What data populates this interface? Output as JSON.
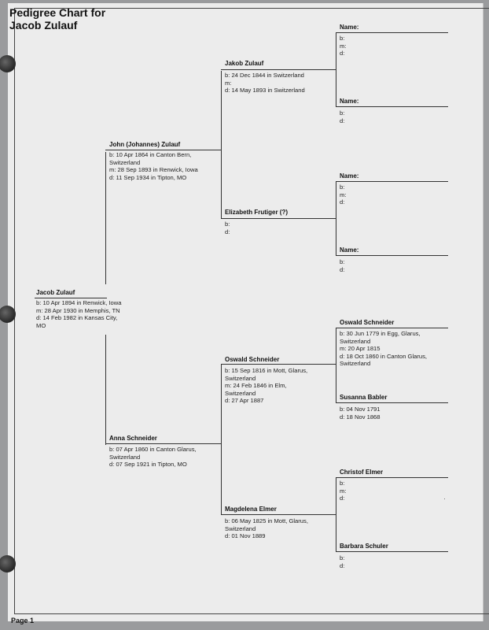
{
  "title_line1": "Pedigree Chart for",
  "title_line2": "Jacob Zulauf",
  "footer": "Page 1",
  "people": {
    "p1": {
      "name": "Jacob Zulauf",
      "lines": [
        "b: 10 Apr 1894 in Renwick, Iowa",
        "m: 28 Apr 1930 in Memphis, TN",
        "d: 14 Feb 1982 in Kansas City,",
        "MO"
      ]
    },
    "p2": {
      "name": "John (Johannes) Zulauf",
      "lines": [
        "b: 10 Apr 1864 in Canton Bern,",
        "Switzerland",
        "m: 28 Sep 1893 in Renwick, Iowa",
        "d: 11 Sep 1934 in Tipton, MO"
      ]
    },
    "p3": {
      "name": "Anna Schneider",
      "lines": [
        "b: 07 Apr 1860 in Canton Glarus,",
        "Switzerland",
        "d: 07 Sep 1921 in Tipton, MO"
      ]
    },
    "p4": {
      "name": "Jakob Zulauf",
      "lines": [
        "b: 24 Dec 1844 in Switzerland",
        "m:",
        "d: 14 May 1893 in Switzerland"
      ]
    },
    "p5": {
      "name": "Elizabeth Frutiger (?)",
      "lines": [
        "b:",
        "d:"
      ]
    },
    "p6": {
      "name": "Oswald Schneider",
      "lines": [
        "b: 15 Sep 1816 in Mott, Glarus,",
        "Switzerland",
        "m: 24 Feb 1846 in Elm,",
        "Switzerland",
        "d: 27 Apr 1887"
      ]
    },
    "p7": {
      "name": "Magdelena Elmer",
      "lines": [
        "b: 06 May 1825 in Mott, Glarus,",
        "Switzerland",
        "d: 01 Nov 1889"
      ]
    },
    "p8": {
      "name": "Name:",
      "lines": [
        "b:",
        "m:",
        "d:"
      ]
    },
    "p9": {
      "name": "Name:",
      "lines": [
        "b:",
        "d:"
      ]
    },
    "p10": {
      "name": "Name:",
      "lines": [
        "b:",
        "m:",
        "d:"
      ]
    },
    "p11": {
      "name": "Name:",
      "lines": [
        "b:",
        "d:"
      ]
    },
    "p12": {
      "name": "Oswald Schneider",
      "lines": [
        "b: 30 Jun 1779 in Egg, Glarus,",
        "Switzerland",
        "m: 20 Apr 1815",
        "d: 18 Oct 1860 in Canton Glarus,",
        "Switzerland"
      ]
    },
    "p13": {
      "name": "Susanna Babler",
      "lines": [
        "b: 04 Nov 1791",
        "d: 18 Nov 1868"
      ]
    },
    "p14": {
      "name": "Christof Elmer",
      "lines": [
        "b:",
        "m:",
        "d:"
      ]
    },
    "p15": {
      "name": "Barbara Schuler",
      "lines": [
        "b:",
        "d:"
      ]
    }
  }
}
